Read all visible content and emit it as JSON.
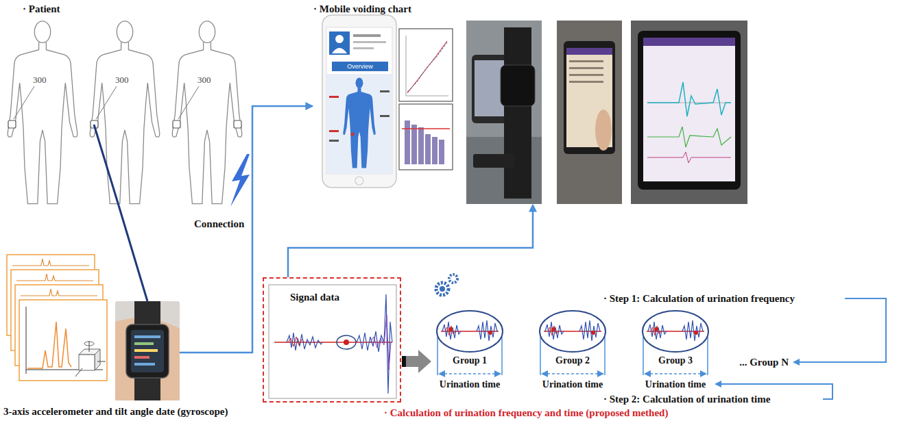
{
  "diagram": {
    "nodes": [
      {
        "text": [
          "· Patient"
        ]
      },
      {
        "text": [
          "· Mobile voiding chart"
        ]
      },
      {
        "text": [
          "3-axis accelerometer and tilt angle date (gyroscope)"
        ]
      },
      {
        "text": [
          "Signal data"
        ]
      },
      {
        "text": [
          "Group 1"
        ]
      },
      {
        "text": [
          "Group 2"
        ]
      },
      {
        "text": [
          "Group 3"
        ]
      }
    ],
    "edges": [
      {
        "from": 0,
        "to": 2,
        "arrow": "none"
      },
      {
        "from": 2,
        "to": 1,
        "label": "Connection",
        "arrow": "to"
      },
      {
        "from": 3,
        "to": 1,
        "arrow": "to"
      }
    ],
    "labels": [
      "300",
      "300",
      "300",
      "Overview",
      "· Step 1: Calculation of urination frequency",
      "... Group N",
      "Urination time",
      "Urination time",
      "Urination time",
      "· Step 2: Calculation of urination time",
      "· Calculation of urination frequency and time (proposed methed)"
    ]
  }
}
